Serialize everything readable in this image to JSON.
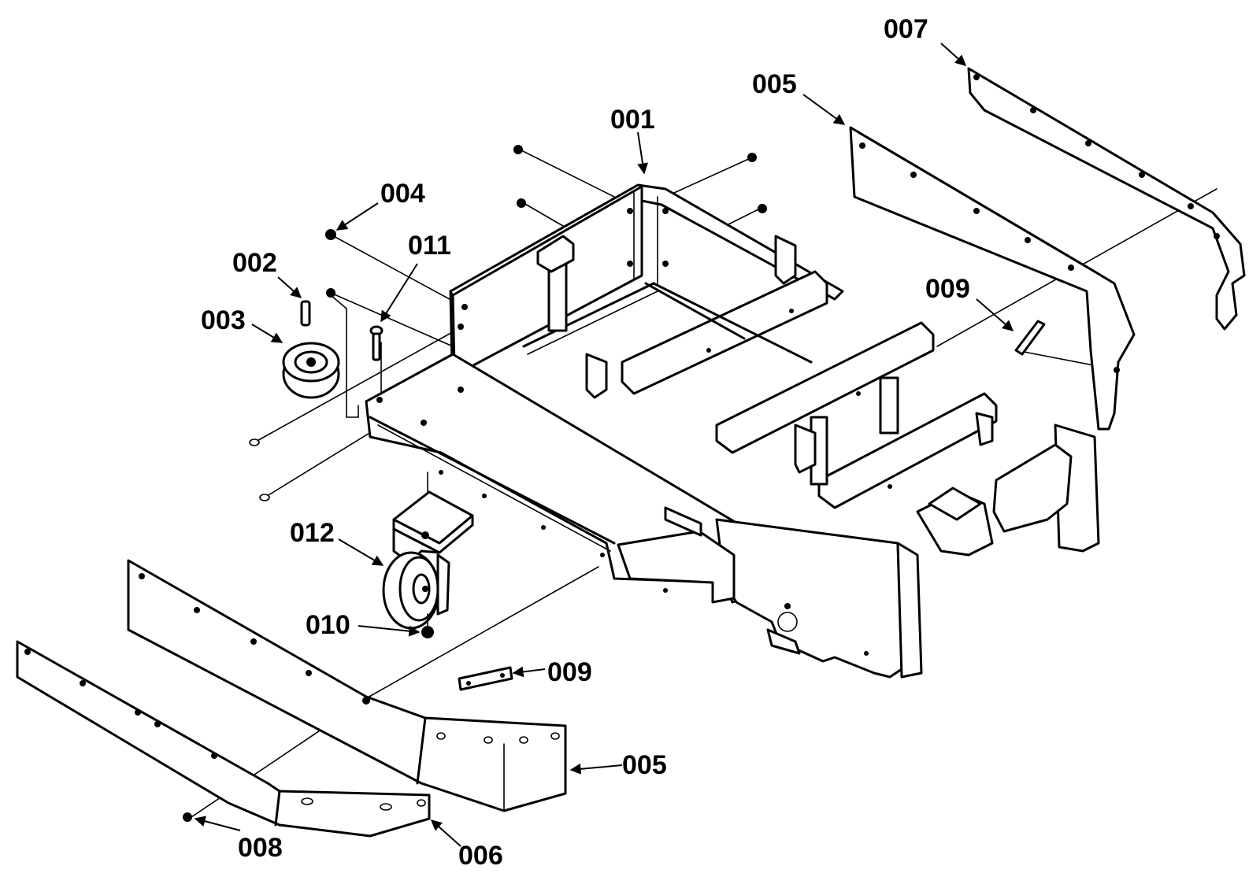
{
  "callouts": [
    {
      "id": "c001",
      "label": "001"
    },
    {
      "id": "c002",
      "label": "002"
    },
    {
      "id": "c003",
      "label": "003"
    },
    {
      "id": "c004",
      "label": "004"
    },
    {
      "id": "c005a",
      "label": "005"
    },
    {
      "id": "c005b",
      "label": "005"
    },
    {
      "id": "c006",
      "label": "006"
    },
    {
      "id": "c007",
      "label": "007"
    },
    {
      "id": "c008",
      "label": "008"
    },
    {
      "id": "c009a",
      "label": "009"
    },
    {
      "id": "c009b",
      "label": "009"
    },
    {
      "id": "c010",
      "label": "010"
    },
    {
      "id": "c011",
      "label": "011"
    },
    {
      "id": "c012",
      "label": "012"
    }
  ]
}
